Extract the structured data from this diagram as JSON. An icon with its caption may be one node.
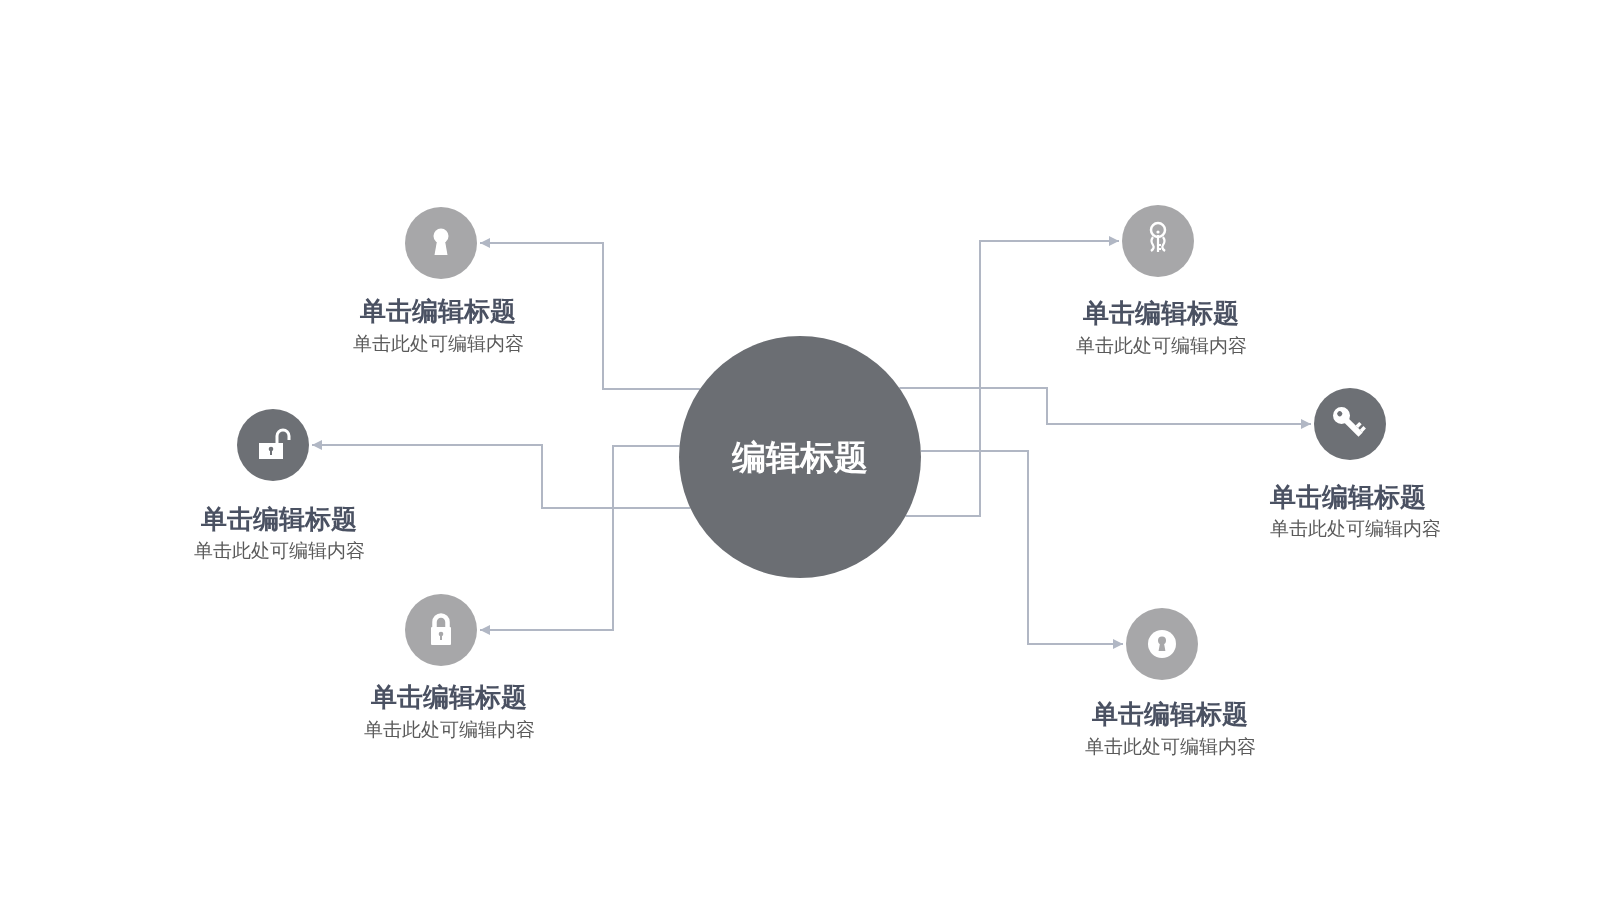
{
  "diagram": {
    "nodes": [
      {
        "text": [
          "编辑标题"
        ]
      },
      {
        "text": [],
        "shape": "circle",
        "beside": [
          "单击编辑标题",
          "单击此处可编辑内容"
        ]
      },
      {
        "text": [],
        "shape": "circle",
        "beside": [
          "单击编辑标题",
          "单击此处可编辑内容"
        ]
      },
      {
        "text": [],
        "shape": "circle",
        "beside": [
          "单击编辑标题",
          "单击此处可编辑内容"
        ]
      },
      {
        "text": [],
        "shape": "circle",
        "beside": [
          "单击编辑标题",
          "单击此处可编辑内容"
        ]
      },
      {
        "text": [],
        "shape": "circle",
        "beside": [
          "单击编辑标题",
          "单击此处可编辑内容"
        ]
      },
      {
        "text": [],
        "shape": "circle",
        "beside": [
          "单击编辑标题",
          "单击此处可编辑内容"
        ]
      }
    ],
    "edges": [
      {
        "from": 0,
        "to": 1,
        "arrow": "to"
      },
      {
        "from": 0,
        "to": 2,
        "arrow": "to"
      },
      {
        "from": 0,
        "to": 3,
        "arrow": "to"
      },
      {
        "from": 0,
        "to": 4,
        "arrow": "to"
      },
      {
        "from": 0,
        "to": 5,
        "arrow": "to"
      },
      {
        "from": 0,
        "to": 6,
        "arrow": "to"
      }
    ]
  }
}
